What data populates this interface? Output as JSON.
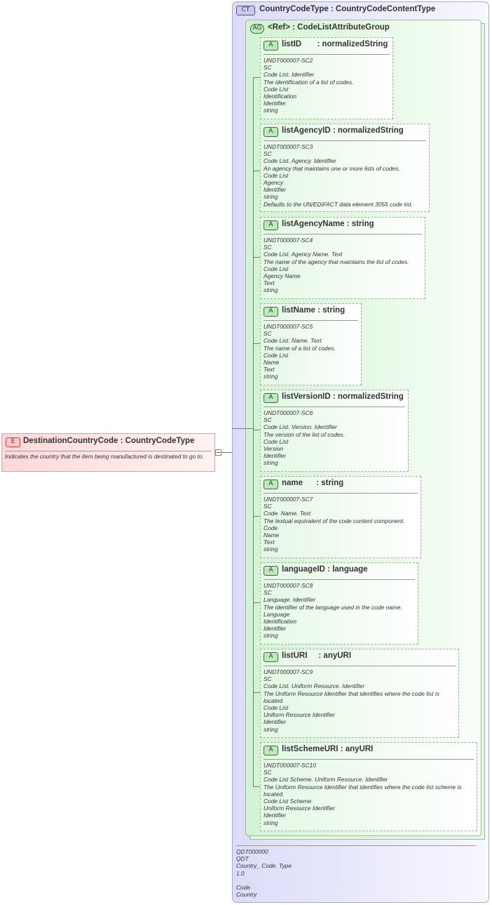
{
  "element": {
    "badge": "E",
    "title": "DestinationCountryCode : CountryCodeType",
    "description": "Indicates the country that the item being manufactured is destinated to go to."
  },
  "complex_type": {
    "badge": "CT",
    "title": "CountryCodeType : CountryCodeContentType",
    "documentation": "QDT000000\nQDT\nCountry_ Code. Type\n1.0\n\nCode\nCountry"
  },
  "attribute_group": {
    "badge": "AG",
    "title": "<Ref>     : CodeListAttributeGroup"
  },
  "attributes": [
    {
      "badge": "A",
      "title": "listID       : normalizedString",
      "lines": [
        "UNDT000007-SC2",
        "SC",
        "Code List. Identifier",
        "The identification of a list of codes.",
        "Code List",
        "Identification",
        "Identifier",
        "string"
      ]
    },
    {
      "badge": "A",
      "title": "listAgencyID : normalizedString",
      "lines": [
        "UNDT000007-SC3",
        "SC",
        "Code List. Agency. Identifier",
        "An agency that maintains one or more lists of codes.",
        "Code List",
        "Agency",
        "Identifier",
        "string",
        "Defaults to the UN/EDIFACT data element 3055 code list."
      ]
    },
    {
      "badge": "A",
      "title": "listAgencyName : string",
      "lines": [
        "UNDT000007-SC4",
        "SC",
        "Code List. Agency Name. Text",
        "The name of the agency that maintains the list of codes.",
        "Code List",
        "Agency Name",
        "Text",
        "string"
      ]
    },
    {
      "badge": "A",
      "title": "listName : string",
      "lines": [
        "UNDT000007-SC5",
        "SC",
        "Code List. Name. Text",
        "The name of a list of codes.",
        "Code List",
        "Name",
        "Text",
        "string"
      ]
    },
    {
      "badge": "A",
      "title": "listVersionID : normalizedString",
      "lines": [
        "UNDT000007-SC6",
        "SC",
        "Code List. Version. Identifier",
        "The version of the list of codes.",
        "Code List",
        "Version",
        "Identifier",
        "string"
      ]
    },
    {
      "badge": "A",
      "title": "name      : string",
      "lines": [
        "UNDT000007-SC7",
        "SC",
        "Code. Name. Text",
        "The textual equivalent of the code content component.",
        "Code",
        "Name",
        "Text",
        "string"
      ]
    },
    {
      "badge": "A",
      "title": "languageID : language",
      "lines": [
        "UNDT000007-SC8",
        "SC",
        "Language. Identifier",
        "The identifier of the language used in the code name.",
        "Language",
        "Identification",
        "Identifier",
        "string"
      ]
    },
    {
      "badge": "A",
      "title": "listURI     : anyURI",
      "lines": [
        "UNDT000007-SC9",
        "SC",
        "Code List. Uniform Resource. Identifier",
        "The Uniform Resource Identifier that identifies where the code list is located.",
        "Code List",
        "Uniform Resource Identifier",
        "Identifier",
        "string"
      ]
    },
    {
      "badge": "A",
      "title": "listSchemeURI : anyURI",
      "lines": [
        "UNDT000007-SC10",
        "SC",
        "Code List Scheme. Uniform Resource. Identifier",
        "The Uniform Resource Identifier that identifies where the code list scheme is located.",
        "Code List Scheme",
        "Uniform Resource Identifier",
        "Identifier",
        "string"
      ]
    }
  ]
}
